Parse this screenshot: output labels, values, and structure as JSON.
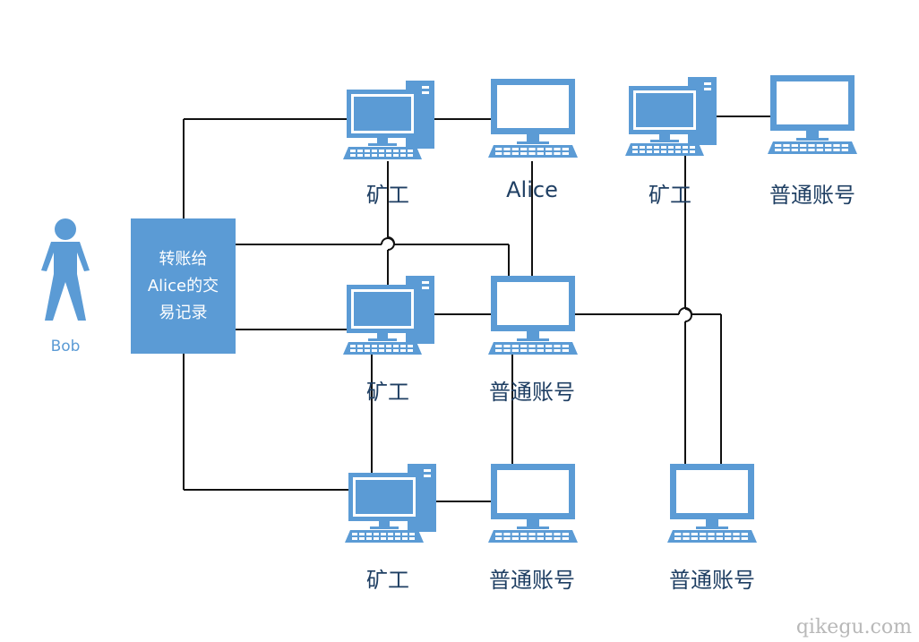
{
  "diagram": {
    "person": {
      "label": "Bob",
      "icon": "person-icon"
    },
    "transaction": {
      "line1": "转账给",
      "line2": "Alice的交",
      "line3": "易记录"
    },
    "nodes": [
      {
        "id": "miner-top",
        "kind": "miner",
        "label": "矿工"
      },
      {
        "id": "alice",
        "kind": "account",
        "label": "Alice"
      },
      {
        "id": "miner-top-right",
        "kind": "miner",
        "label": "矿工"
      },
      {
        "id": "account-top-right",
        "kind": "account",
        "label": "普通账号"
      },
      {
        "id": "miner-mid",
        "kind": "miner",
        "label": "矿工"
      },
      {
        "id": "account-mid",
        "kind": "account",
        "label": "普通账号"
      },
      {
        "id": "miner-bottom",
        "kind": "miner",
        "label": "矿工"
      },
      {
        "id": "account-bottom",
        "kind": "account",
        "label": "普通账号"
      },
      {
        "id": "account-bottom-right",
        "kind": "account",
        "label": "普通账号"
      }
    ],
    "colors": {
      "accent": "#5b9bd5",
      "line": "#111111",
      "label": "#1f3f63"
    }
  },
  "watermark": "qikegu.com"
}
